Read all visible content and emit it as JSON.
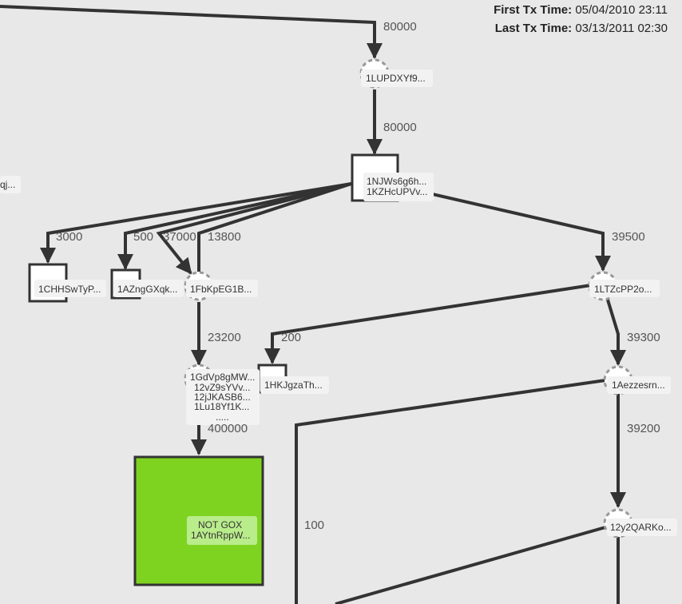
{
  "header": {
    "first_tx_label": "First Tx Time:",
    "first_tx_value": "05/04/2010 23:11",
    "last_tx_label": "Last Tx Time:",
    "last_tx_value": "03/13/2011 02:30"
  },
  "colors": {
    "background": "#e8e8e8",
    "edge": "#333333",
    "node_fill": "#ffffff",
    "highlight_fill": "#7ed321",
    "label_bg": "#f2f2f2",
    "dashed_circle": "#999999"
  },
  "nodes": {
    "n1": {
      "label": "1LUPDXYf9..."
    },
    "n2": {
      "label1": "1NJWs6g6h...",
      "label2": "1KZHcUPVv..."
    },
    "n3": {
      "label": "1CHHSwTyP..."
    },
    "n4": {
      "label": "1AZngGXqk..."
    },
    "n5": {
      "label": "1FbKpEG1B..."
    },
    "n6": {
      "label": "1LTZcPP2o..."
    },
    "n7": {
      "label1": "1GdVp8gMW...",
      "label2": "12vZ9sYVv...",
      "label3": "12jJKASB6...",
      "label4": "1Lu18Yf1K...",
      "label5": "....."
    },
    "n8": {
      "label": "1HKJgzaTh..."
    },
    "n9": {
      "label": "1Aezzesrn..."
    },
    "n10": {
      "label1": "NOT GOX",
      "label2": "1AYtnRppW..."
    },
    "n11": {
      "label": "12y2QARKo..."
    },
    "left": {
      "label": "qj..."
    }
  },
  "edges": {
    "e_top": "80000",
    "e_1_2": "80000",
    "e_2_3": "3000",
    "e_2_4": "500",
    "e_2_5a": "37000",
    "e_2_5b": "13800",
    "e_2_6": "39500",
    "e_5_7": "23200",
    "e_6_8": "200",
    "e_6_9": "39300",
    "e_7_10": "400000",
    "e_9_11": "39200",
    "e_9_low": "100"
  }
}
